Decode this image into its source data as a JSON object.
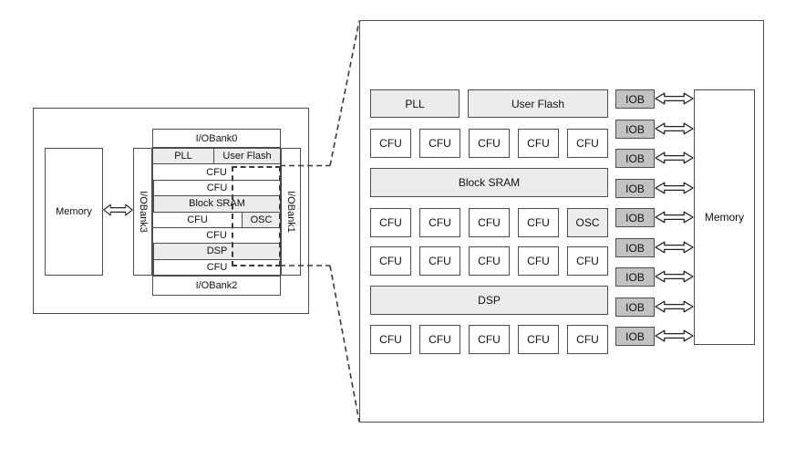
{
  "colors": {
    "shaded_block": "#ececec",
    "iob_block": "#c2c2c2",
    "box_border": "#4d4d4d",
    "dashed_line": "#3a3a3a",
    "background": "#ffffff"
  },
  "overview": {
    "memory_label": "Memory",
    "iobank_top": "I/OBank0",
    "iobank_right": "I/OBank1",
    "iobank_bottom": "I/OBank2",
    "iobank_left": "I/OBank3",
    "rows": {
      "pll": "PLL",
      "user_flash": "User Flash",
      "cfu_a": "CFU",
      "cfu_b": "CFU",
      "block_sram": "Block SRAM",
      "cfu_c": "CFU",
      "osc": "OSC",
      "cfu_d": "CFU",
      "dsp": "DSP",
      "cfu_e": "CFU"
    }
  },
  "detail": {
    "pll": "PLL",
    "user_flash": "User Flash",
    "block_sram": "Block SRAM",
    "dsp": "DSP",
    "memory_label": "Memory",
    "cfu_row1": [
      "CFU",
      "CFU",
      "CFU",
      "CFU",
      "CFU"
    ],
    "cfu_row2": [
      "CFU",
      "CFU",
      "CFU",
      "CFU",
      "OSC"
    ],
    "cfu_row3": [
      "CFU",
      "CFU",
      "CFU",
      "CFU",
      "CFU"
    ],
    "cfu_row4": [
      "CFU",
      "CFU",
      "CFU",
      "CFU",
      "CFU"
    ],
    "iob_labels": [
      "IOB",
      "IOB",
      "IOB",
      "IOB",
      "IOB",
      "IOB",
      "IOB",
      "IOB",
      "IOB"
    ]
  }
}
